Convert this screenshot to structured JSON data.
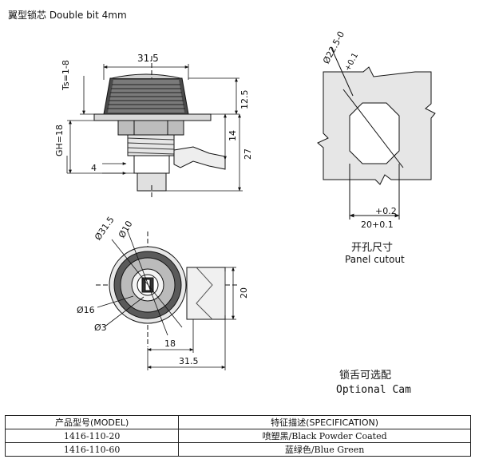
{
  "header": {
    "title": "翼型锁芯 Double bit 4mm"
  },
  "views": {
    "side": {
      "dim_width": "31.5",
      "dim_ts": "Ts=1-8",
      "dim_gh": "GH=18",
      "dim_height": "12.5",
      "dim_14": "14",
      "dim_27": "27",
      "dim_4": "4"
    },
    "front": {
      "dim_d315": "Ø31.5",
      "dim_d10": "Ø10",
      "dim_d16": "Ø16",
      "dim_d3": "Ø3",
      "dim_18": "18",
      "dim_315": "31.5",
      "dim_20": "20"
    },
    "cutout": {
      "dim_diameter": "Ø22.5-0",
      "dim_diameter_tol": "+0.1",
      "dim_width": "20+0.1",
      "dim_width_tol": "+0.2",
      "caption_cn": "开孔尺寸",
      "caption_en": "Panel cutout"
    },
    "cam": {
      "caption_cn": "锁舌可选配",
      "caption_en": "Optional Cam"
    }
  },
  "table": {
    "headers": [
      "产品型号(MODEL)",
      "特征描述(SPECIFICATION)"
    ],
    "rows": [
      [
        "1416-110-20",
        "喷塑黑/Black Powder Coated"
      ],
      [
        "1416-110-60",
        "蓝绿色/Blue Green"
      ]
    ]
  }
}
